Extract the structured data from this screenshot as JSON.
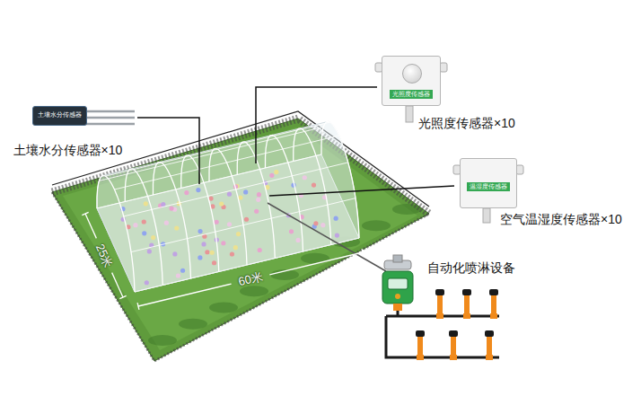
{
  "diagram": {
    "nodes": [
      {
        "text": [
          "土壤水分传感器",
          "土壤水分传感器×10"
        ]
      },
      {
        "text": [
          "光照度传感器",
          "光照度传感器×10"
        ]
      },
      {
        "text": [
          "温湿度传感器",
          "空气温湿度传感器×10"
        ]
      }
    ],
    "labels": [
      "25米",
      "60米",
      "自动化喷淋设备"
    ]
  }
}
